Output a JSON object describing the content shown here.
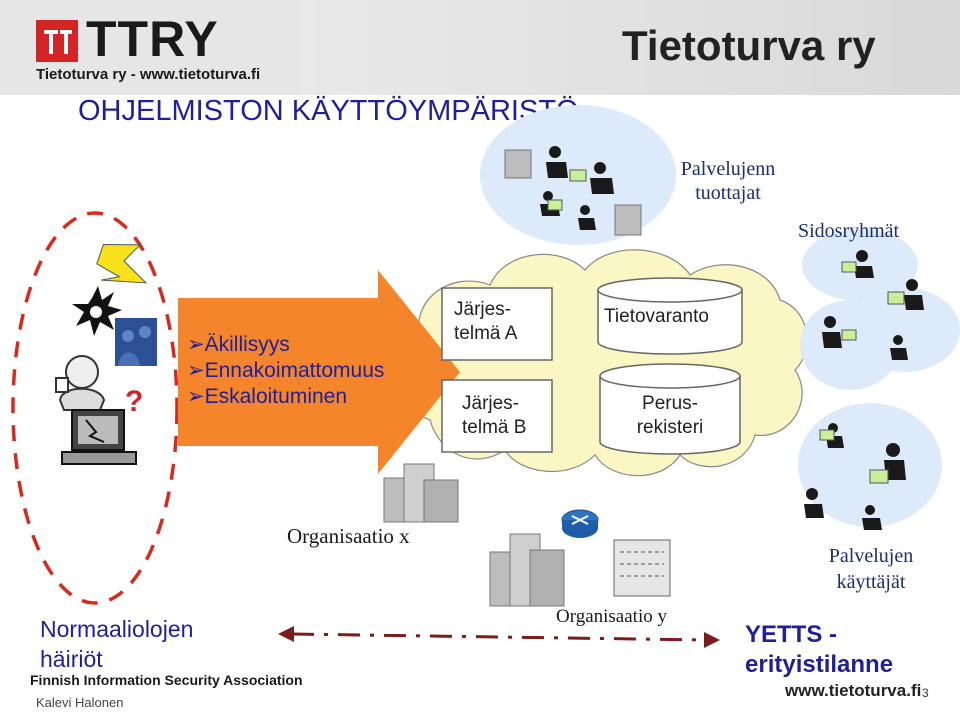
{
  "header": {
    "logo_name": "TTRY",
    "logo_subtitle": "Tietoturva ry - www.tietoturva.fi",
    "org_title": "Tietoturva ry"
  },
  "slide": {
    "title": "OHJELMISTON KÄYTTÖYMPÄRISTÖ",
    "question_mark": "?",
    "arrow_bullets": [
      "Äkillisyys",
      "Ennakoimattomuus",
      "Eskaloituminen"
    ],
    "bullet_glyph": "➢",
    "system_a": [
      "Järjes-",
      "telmä A"
    ],
    "system_b": [
      "Järjes-",
      "telmä B"
    ],
    "db_top": "Tietovaranto",
    "db_bottom": [
      "Perus-",
      "rekisteri"
    ],
    "providers": [
      "Palvelujenn",
      "tuottajat"
    ],
    "stakeholders": "Sidosryhmät",
    "org_x": "Organisaatio x",
    "org_y": "Organisaatio y",
    "users": [
      "Palvelujen",
      "käyttäjät"
    ],
    "normal_disturbances": [
      "Normaaliolojen",
      "häiriöt"
    ],
    "yetts": [
      "YETTS -",
      "erityistilanne"
    ]
  },
  "footer": {
    "association": "Finnish Information Security Association",
    "author": "Kalevi Halonen",
    "url": "www.tietoturva.fi",
    "page_number": "3"
  },
  "colors": {
    "title_blue": "#1f1f9c",
    "red": "#cc1f1f",
    "arrow_orange": "#f5852a",
    "cloud_yellow": "#fbf7c4",
    "bubble_blue": "#dceaf9"
  }
}
